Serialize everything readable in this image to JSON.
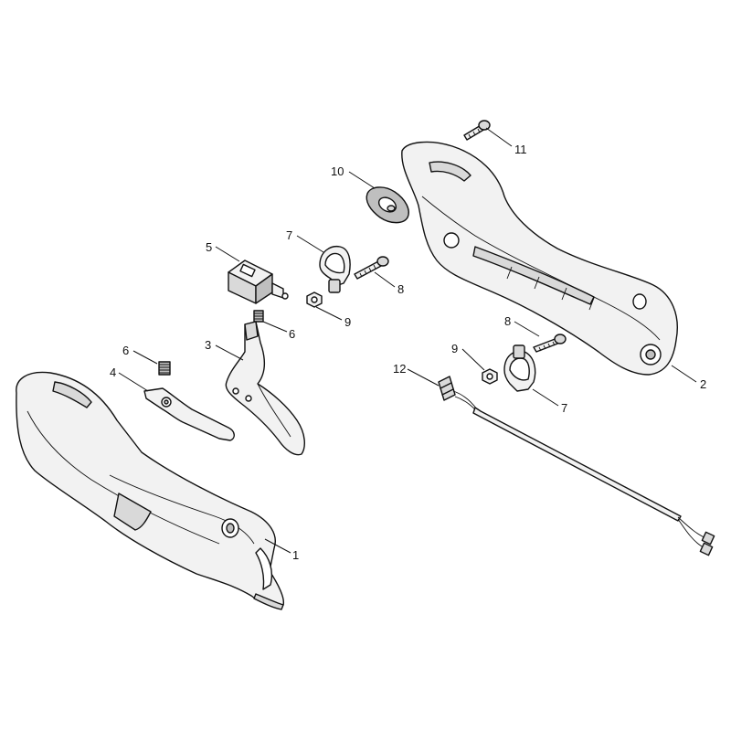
{
  "diagram": {
    "callouts": [
      {
        "id": "c1",
        "label": "1"
      },
      {
        "id": "c2",
        "label": "2"
      },
      {
        "id": "c3",
        "label": "3"
      },
      {
        "id": "c4",
        "label": "4"
      },
      {
        "id": "c5",
        "label": "5"
      },
      {
        "id": "c6a",
        "label": "6"
      },
      {
        "id": "c6b",
        "label": "6"
      },
      {
        "id": "c7a",
        "label": "7"
      },
      {
        "id": "c7b",
        "label": "7"
      },
      {
        "id": "c8a",
        "label": "8"
      },
      {
        "id": "c8b",
        "label": "8"
      },
      {
        "id": "c9a",
        "label": "9"
      },
      {
        "id": "c9b",
        "label": "9"
      },
      {
        "id": "c10",
        "label": "10"
      },
      {
        "id": "c11",
        "label": "11"
      },
      {
        "id": "c12",
        "label": "12"
      }
    ]
  }
}
